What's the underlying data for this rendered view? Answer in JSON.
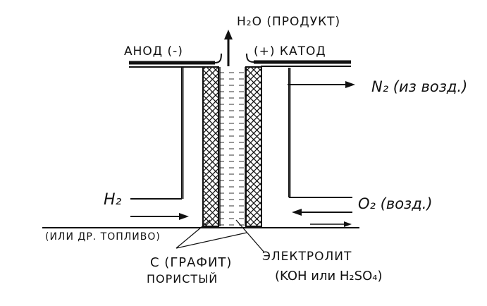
{
  "diagram": {
    "product_label": "H₂O (ПРОДУКТ)",
    "anode_label": "АНОД (-)",
    "cathode_label": "(+) КАТОД",
    "n2_label": "N₂ (из возд.)",
    "h2_label": "H₂",
    "o2_label": "O₂ (возд.)",
    "fuel_note": "(ИЛИ ДР. ТОПЛИВО)",
    "graphite_label_1": "C (ГРАФИТ)",
    "graphite_label_2": "ПОРИСТЫЙ",
    "electrolyte_label_1": "ЭЛЕКТРОЛИТ",
    "electrolyte_label_2": "(KOH или H₂SO₄)"
  },
  "colors": {
    "ink": "#111111",
    "background": "#ffffff"
  }
}
